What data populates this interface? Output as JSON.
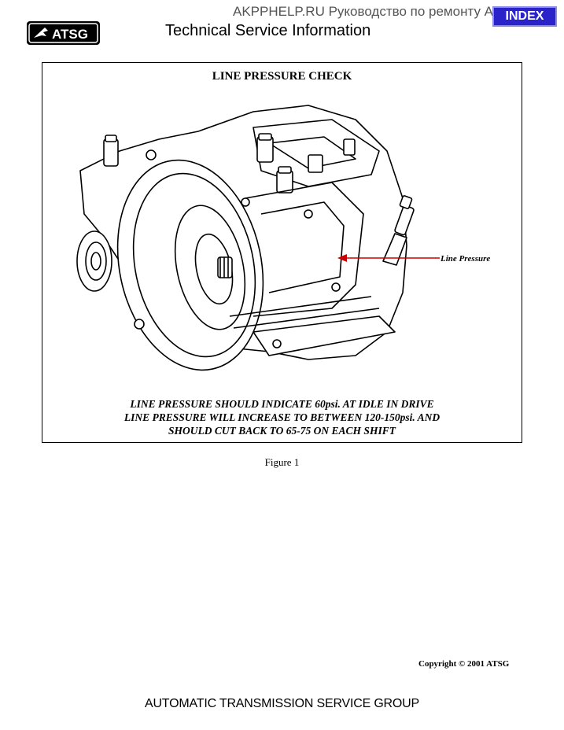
{
  "watermark": "AKPPHELP.RU Руководство по ремонту АКПП",
  "index_button": "INDEX",
  "logo_text": "ATSG",
  "header_title": "Technical Service Information",
  "figure": {
    "heading": "LINE PRESSURE CHECK",
    "callout": "Line Pressure",
    "notes": [
      "LINE PRESSURE SHOULD INDICATE 60psi. AT IDLE IN DRIVE",
      "LINE PRESSURE WILL INCREASE TO BETWEEN 120-150psi. AND",
      "SHOULD CUT BACK TO 65-75 ON EACH SHIFT"
    ],
    "callout_color": "#cc0000"
  },
  "figure_caption": "Figure 1",
  "copyright": "Copyright © 2001 ATSG",
  "footer": "AUTOMATIC TRANSMISSION SERVICE GROUP"
}
